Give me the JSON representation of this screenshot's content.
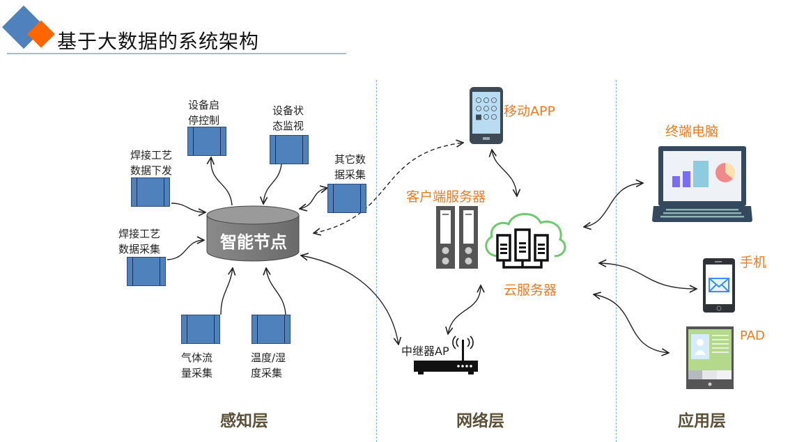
{
  "header": {
    "title": "基于大数据的系统架构",
    "accent_colors": {
      "blue": "#4f81bd",
      "orange": "#ff6600"
    }
  },
  "perception_layer": {
    "label": "感知层",
    "hub": {
      "label": "智能节点",
      "icon": "database-cylinder-icon"
    },
    "devices": [
      {
        "id": "start-stop",
        "line1": "设备启",
        "line2": "停控制"
      },
      {
        "id": "status-monitor",
        "line1": "设备状",
        "line2": "态监视"
      },
      {
        "id": "weld-download",
        "line1": "焊接工艺",
        "line2": "数据下发"
      },
      {
        "id": "other-data",
        "line1": "其它数",
        "line2": "据采集"
      },
      {
        "id": "weld-collect",
        "line1": "焊接工艺",
        "line2": "数据采集"
      },
      {
        "id": "gas-flow",
        "line1": "气体流",
        "line2": "量采集"
      },
      {
        "id": "temp-humidity",
        "line1": "温度/湿",
        "line2": "度采集"
      }
    ]
  },
  "network_layer": {
    "label": "网络层",
    "mobile_app": {
      "label": "移动APP",
      "icon": "smartphone-apps-icon"
    },
    "client_server": {
      "label": "客户端服务器",
      "icon": "server-rack-icon"
    },
    "cloud_server": {
      "label": "云服务器",
      "icon": "cloud-server-icon"
    },
    "repeater": {
      "label": "中继器AP",
      "icon": "wifi-router-icon"
    }
  },
  "application_layer": {
    "label": "应用层",
    "terminals": [
      {
        "id": "pc",
        "label": "终端电脑",
        "icon": "laptop-chart-icon"
      },
      {
        "id": "phone",
        "label": "手机",
        "icon": "phone-mail-icon"
      },
      {
        "id": "pad",
        "label": "PAD",
        "icon": "tablet-contact-icon"
      }
    ]
  }
}
